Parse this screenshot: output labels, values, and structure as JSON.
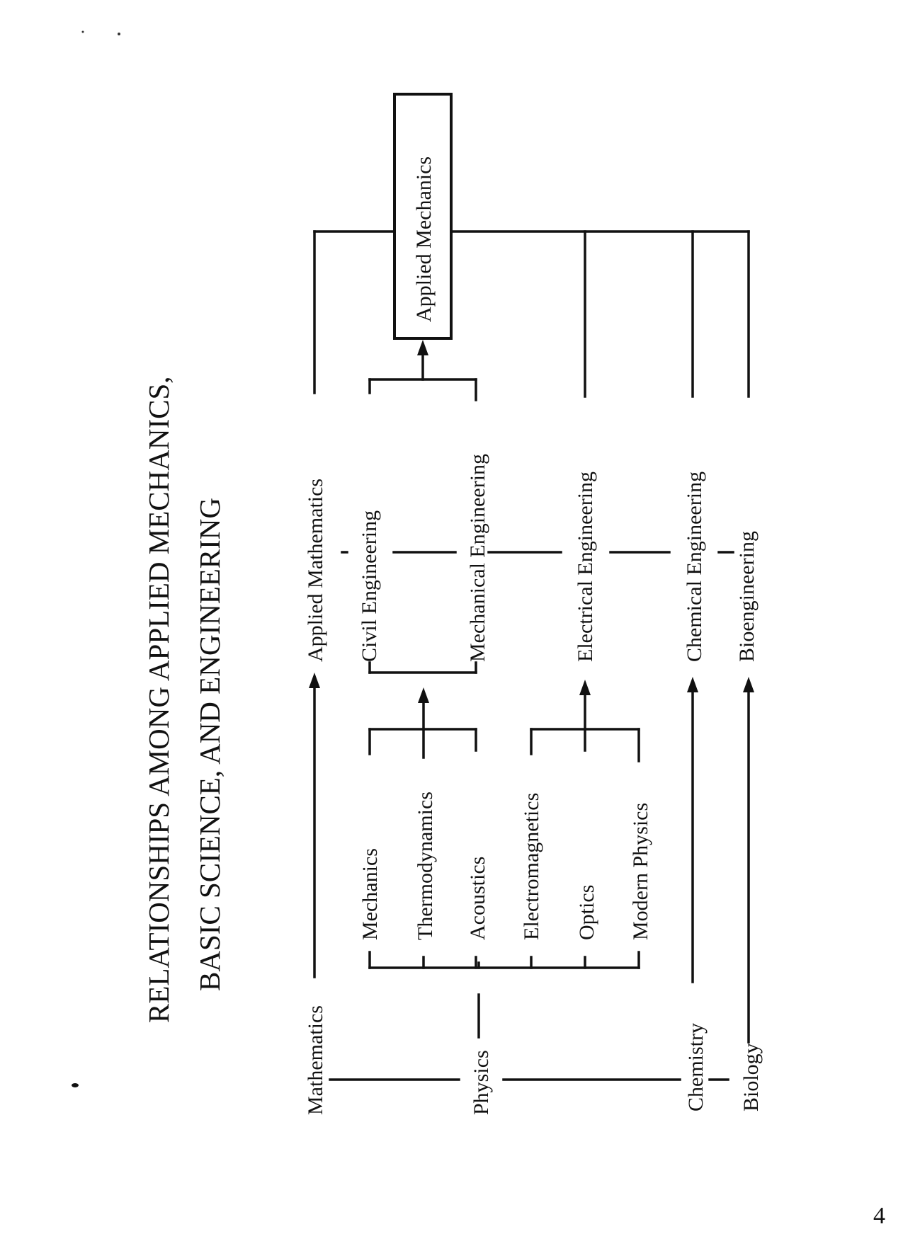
{
  "title": {
    "line1": "RELATIONSHIPS AMONG APPLIED MECHANICS,",
    "line2": "BASIC SCIENCE, AND ENGINEERING"
  },
  "basic_sciences": {
    "mathematics": "Mathematics",
    "physics": "Physics",
    "chemistry": "Chemistry",
    "biology": "Biology"
  },
  "physics_branches": {
    "mechanics": "Mechanics",
    "thermodynamics": "Thermodynamics",
    "acoustics": "Acoustics",
    "electromagnetics": "Electromagnetics",
    "optics": "Optics",
    "modern_physics": "Modern Physics"
  },
  "engineering_fields": {
    "applied_mathematics": "Applied Mathematics",
    "civil_engineering": "Civil Engineering",
    "mechanical_engineering": "Mechanical Engineering",
    "electrical_engineering": "Electrical Engineering",
    "chemical_engineering": "Chemical Engineering",
    "bioengineering": "Bioengineering"
  },
  "applied_mechanics_box": "Applied Mechanics",
  "page_number": "4"
}
